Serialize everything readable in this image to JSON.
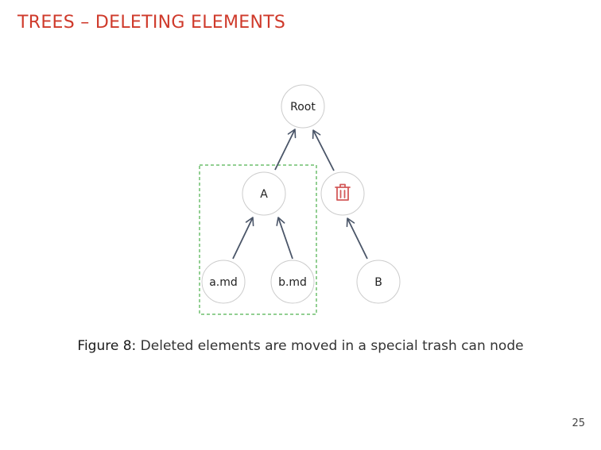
{
  "slide": {
    "title": "TREES – DELETING ELEMENTS",
    "page_number": "25"
  },
  "diagram": {
    "nodes": [
      {
        "id": "root",
        "label": "Root"
      },
      {
        "id": "a",
        "label": "A"
      },
      {
        "id": "trash",
        "label": "",
        "icon": "trash-can-icon"
      },
      {
        "id": "amd",
        "label": "a.md"
      },
      {
        "id": "bmd",
        "label": "b.md"
      },
      {
        "id": "b",
        "label": "B"
      }
    ],
    "edges": [
      {
        "from": "a",
        "to": "root"
      },
      {
        "from": "trash",
        "to": "root"
      },
      {
        "from": "amd",
        "to": "a"
      },
      {
        "from": "bmd",
        "to": "a"
      },
      {
        "from": "b",
        "to": "trash"
      }
    ],
    "highlight": {
      "label": "",
      "members": [
        "a",
        "amd",
        "bmd"
      ]
    }
  },
  "caption": {
    "prefix": "Figure 8:",
    "text": "Deleted elements are moved in a special trash can node"
  },
  "colors": {
    "title": "#cf3a2b",
    "edge": "#4a5568",
    "highlight_border": "#6fbf6f",
    "trash_icon": "#d45a5a",
    "node_border": "#cccccc"
  }
}
